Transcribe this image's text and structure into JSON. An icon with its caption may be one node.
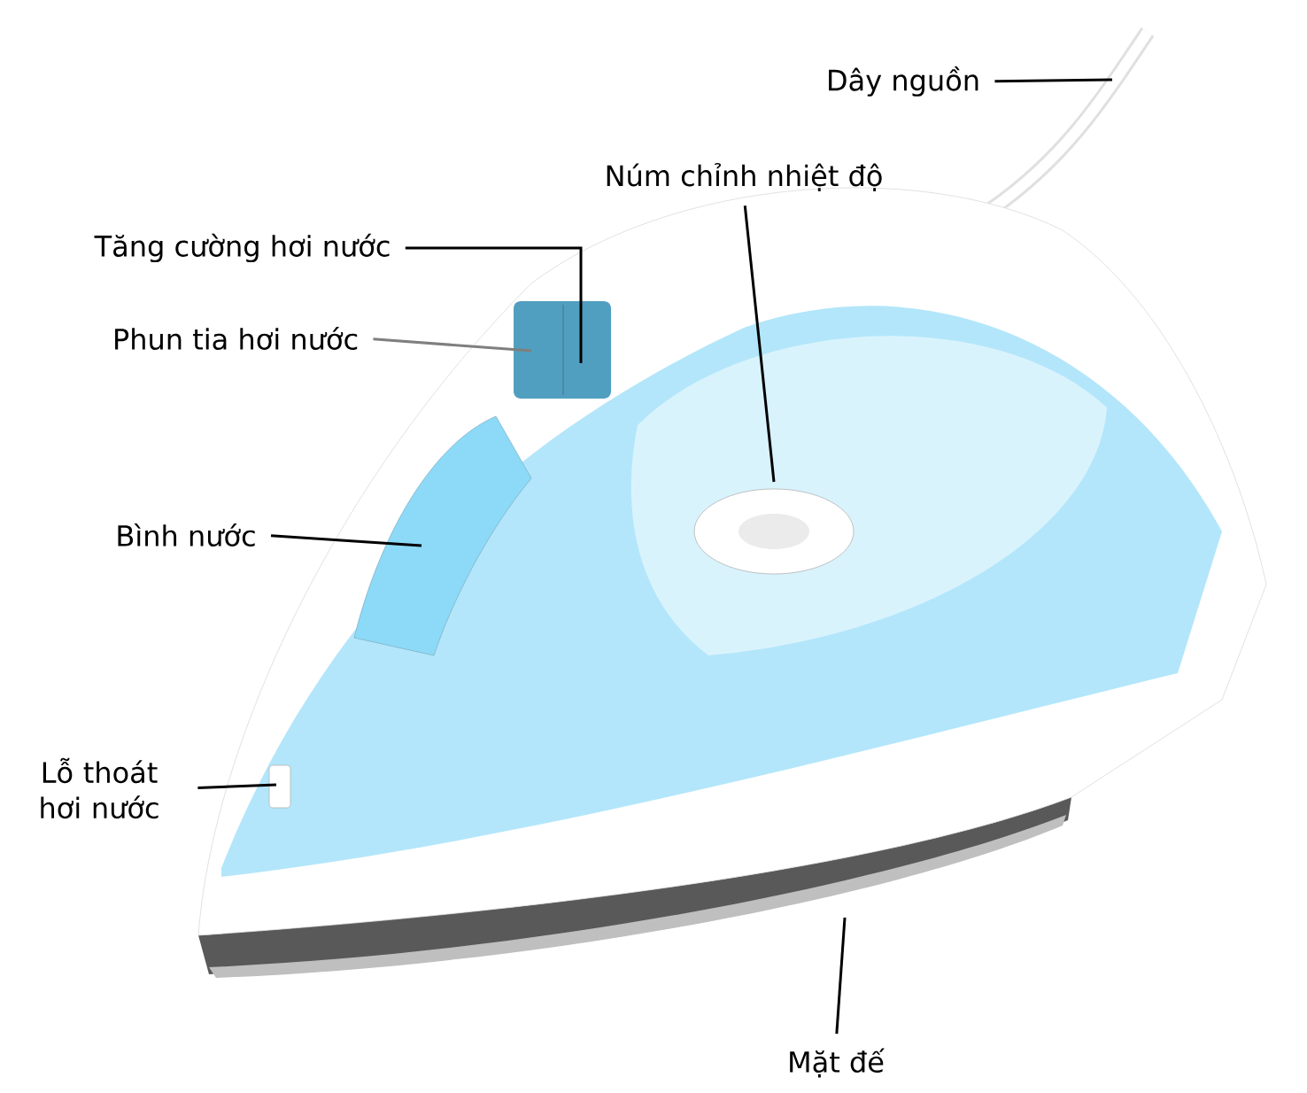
{
  "diagram": {
    "nodes": [
      {
        "text": [
          "Dây nguồn"
        ]
      },
      {
        "text": [
          "Núm chỉnh nhiệt độ"
        ]
      },
      {
        "text": [
          "Tăng cường hơi nước"
        ]
      },
      {
        "text": [
          "Phun tia hơi nước"
        ]
      },
      {
        "text": [
          "Bình nước"
        ]
      },
      {
        "text": [
          "Lỗ thoát hơi nước"
        ]
      },
      {
        "text": [
          "Mặt đế"
        ]
      }
    ],
    "edges": [
      {
        "from": 0,
        "to": null,
        "arrow": "none"
      },
      {
        "from": 1,
        "to": null,
        "arrow": "none"
      },
      {
        "from": 2,
        "to": null,
        "arrow": "none"
      },
      {
        "from": 3,
        "to": null,
        "arrow": "none",
        "color": "#7f7f7f"
      },
      {
        "from": 4,
        "to": null,
        "arrow": "none"
      },
      {
        "from": 5,
        "to": null,
        "arrow": "none"
      },
      {
        "from": 6,
        "to": null,
        "arrow": "none"
      }
    ]
  }
}
